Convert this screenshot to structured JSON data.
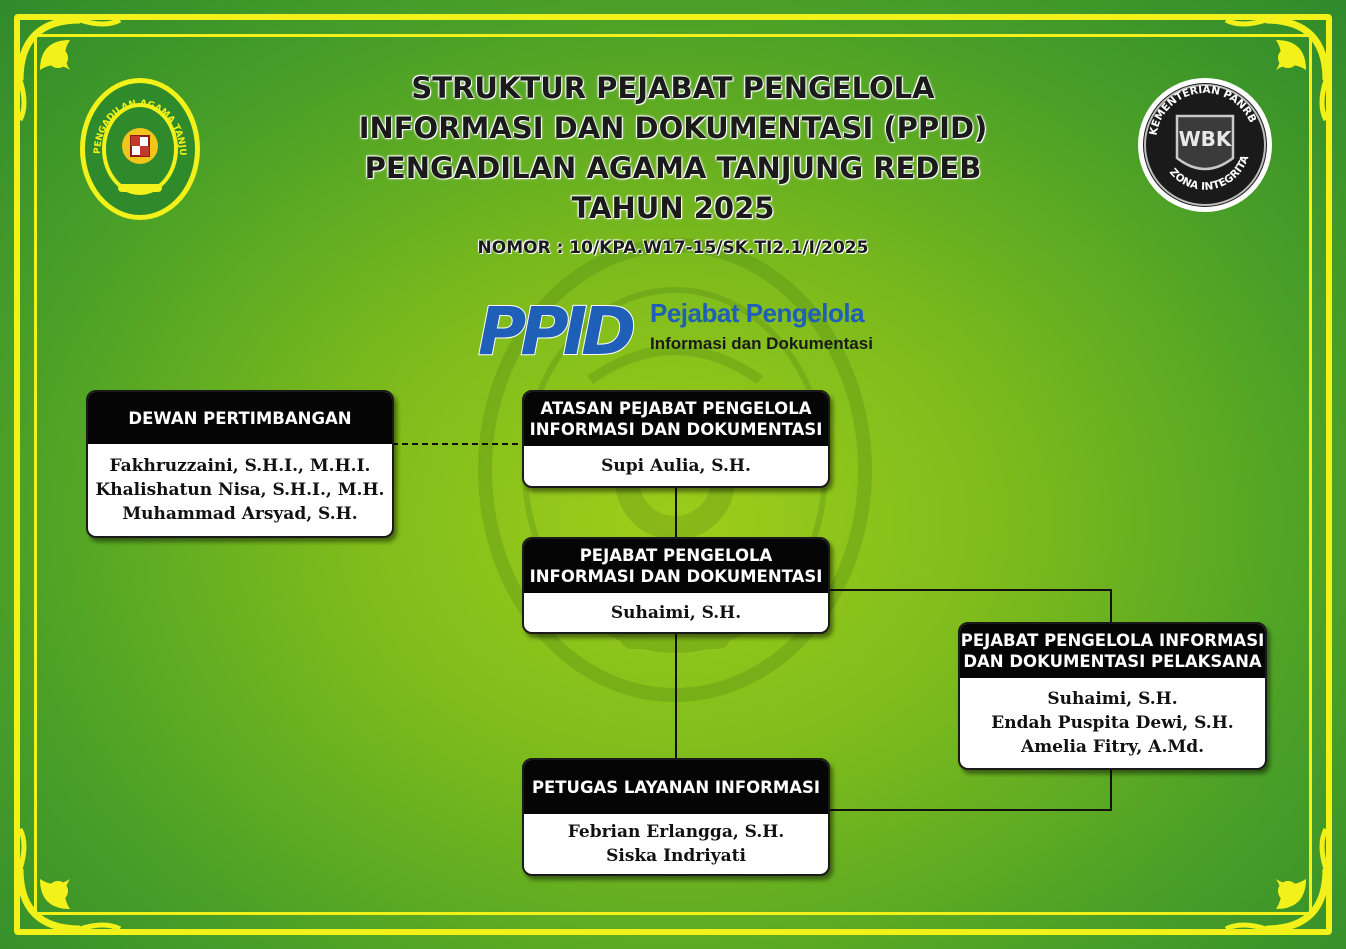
{
  "title": {
    "line1": "STRUKTUR PEJABAT PENGELOLA",
    "line2": "INFORMASI DAN DOKUMENTASI (PPID)",
    "line3": "PENGADILAN AGAMA TANJUNG REDEB",
    "line4": "TAHUN 2025"
  },
  "nomor": "NOMOR : 10/KPA.W17-15/SK.TI2.1/I/2025",
  "logos": {
    "left": {
      "icon": "pengadilan-agama-seal-icon",
      "ring_text": "PENGADILAN AGAMA TANJUNG REDEB"
    },
    "right": {
      "icon": "wbk-zona-integritas-badge-icon",
      "top_text": "KEMENTERIAN PANRB",
      "mark": "WBK",
      "bottom_text": "ZONA INTEGRITAS"
    }
  },
  "ppid_logo": {
    "mark": "PPID",
    "name": "Pejabat Pengelola",
    "subtitle": "Informasi dan Dokumentasi"
  },
  "colors": {
    "frame": "#f2f21a",
    "background_center": "#9fce1a",
    "background_edge": "#2f8a2b",
    "box_header": "#050505",
    "ppid_blue": "#1f5fb8"
  },
  "nodes": {
    "dewan": {
      "header": [
        "DEWAN PERTIMBANGAN"
      ],
      "members": [
        "Fakhruzzaini, S.H.I., M.H.I.",
        "Khalishatun Nisa, S.H.I., M.H.",
        "Muhammad Arsyad, S.H."
      ]
    },
    "atasan": {
      "header": [
        "ATASAN PEJABAT PENGELOLA",
        "INFORMASI DAN DOKUMENTASI"
      ],
      "members": [
        "Supi Aulia, S.H."
      ]
    },
    "ppid": {
      "header": [
        "PEJABAT PENGELOLA",
        "INFORMASI DAN DOKUMENTASI"
      ],
      "members": [
        "Suhaimi, S.H."
      ]
    },
    "pelaksana": {
      "header": [
        "PEJABAT PENGELOLA INFORMASI",
        "DAN DOKUMENTASI PELAKSANA"
      ],
      "members": [
        "Suhaimi, S.H.",
        "Endah Puspita Dewi, S.H.",
        "Amelia Fitry, A.Md."
      ]
    },
    "petugas": {
      "header": [
        "PETUGAS LAYANAN INFORMASI"
      ],
      "members": [
        "Febrian Erlangga, S.H.",
        "Siska Indriyati"
      ]
    }
  },
  "edges": [
    {
      "from": "dewan",
      "to": "atasan",
      "style": "dashed"
    },
    {
      "from": "atasan",
      "to": "ppid",
      "style": "solid"
    },
    {
      "from": "ppid",
      "to": "petugas",
      "style": "solid"
    },
    {
      "from": "ppid",
      "to": "pelaksana",
      "style": "solid"
    },
    {
      "from": "pelaksana",
      "to": "petugas",
      "style": "solid"
    }
  ]
}
